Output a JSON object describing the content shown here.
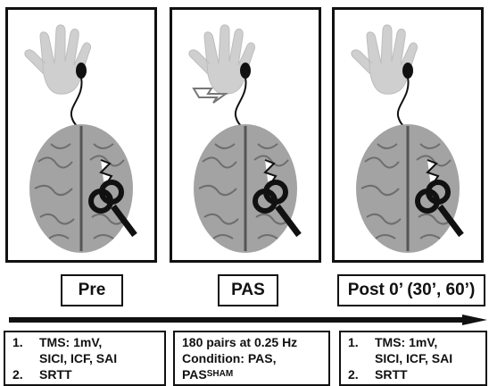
{
  "panels": [
    {
      "label": "Pre",
      "stimulus": false
    },
    {
      "label": "PAS",
      "stimulus": true
    },
    {
      "label": "Post 0’ (30’, 60’)",
      "stimulus": false
    }
  ],
  "info": {
    "left": {
      "item1_num": "1.",
      "item1_line1": "TMS: 1mV,",
      "item1_line2": "SICI, ICF, SAI",
      "item2_num": "2.",
      "item2_text": "SRTT"
    },
    "middle": {
      "line1": "180 pairs at 0.25 Hz",
      "line2": "Condition: PAS,",
      "line3_main": "PAS",
      "line3_sub": "SHAM"
    },
    "right": {
      "item1_num": "1.",
      "item1_line1": "TMS: 1mV,",
      "item1_line2": "SICI, ICF, SAI",
      "item2_num": "2.",
      "item2_text": "SRTT"
    }
  }
}
